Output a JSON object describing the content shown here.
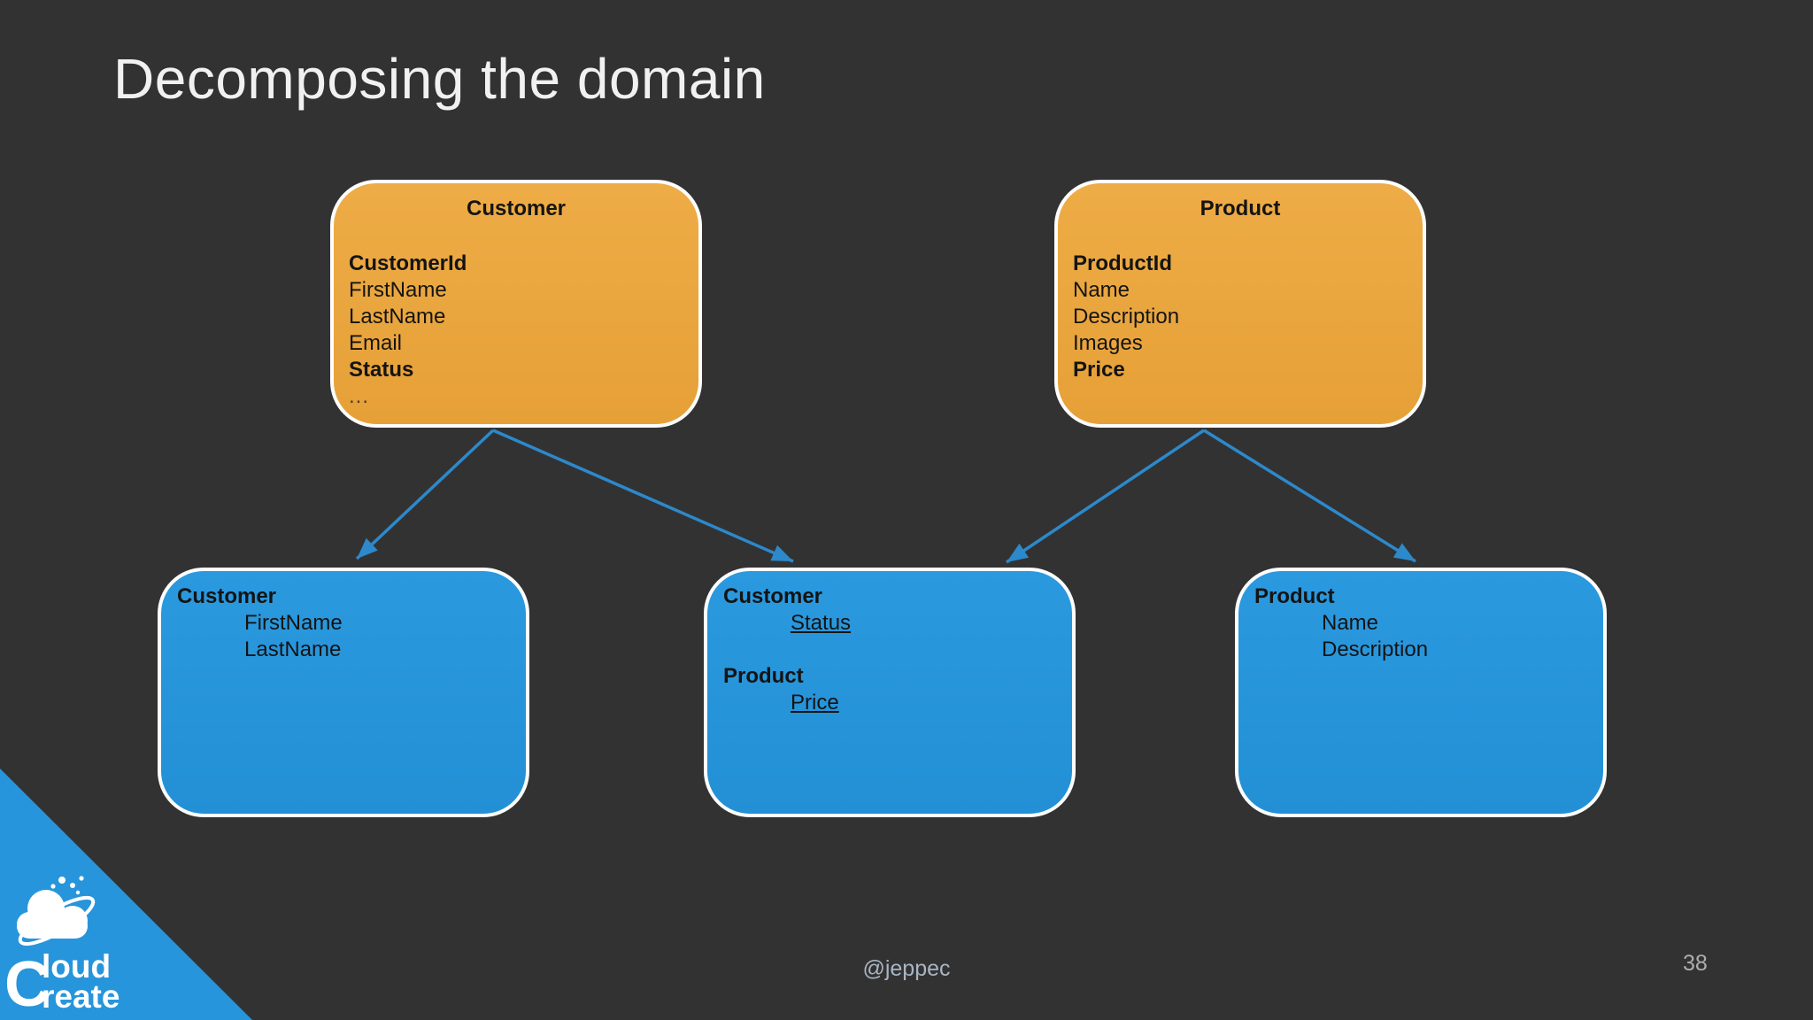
{
  "slide": {
    "title": "Decomposing the domain",
    "footer": {
      "handle": "@jeppec",
      "page_number": "38"
    },
    "logo": {
      "shared_initial": "C",
      "line1": "loud",
      "line2": "reate"
    }
  },
  "colors": {
    "background": "#333233",
    "entity_orange": "#e9a43d",
    "entity_blue": "#2795db",
    "arrow_blue": "#2c89cb",
    "triangle_blue": "#2795db",
    "border_white": "#fdfdfd",
    "title_text": "#f1f1f1"
  },
  "diagram": {
    "top_entities": [
      {
        "title": "Customer",
        "fields": [
          "CustomerId",
          "FirstName",
          "LastName",
          "Email",
          "Status",
          "..."
        ]
      },
      {
        "title": "Product",
        "fields": [
          "ProductId",
          "Name",
          "Description",
          "Images",
          "Price"
        ]
      }
    ],
    "bottom_entities": [
      {
        "groups": [
          {
            "title": "Customer",
            "fields": [
              "FirstName",
              "LastName"
            ]
          }
        ]
      },
      {
        "groups": [
          {
            "title": "Customer",
            "fields": [
              "Status"
            ]
          },
          {
            "title": "Product",
            "fields": [
              "Price"
            ]
          }
        ]
      },
      {
        "groups": [
          {
            "title": "Product",
            "fields": [
              "Name",
              "Description"
            ]
          }
        ]
      }
    ],
    "emphasized_fields": [
      "CustomerId",
      "Status",
      "ProductId",
      "Price"
    ],
    "underlined_fields": [
      "Status",
      "Price"
    ]
  }
}
